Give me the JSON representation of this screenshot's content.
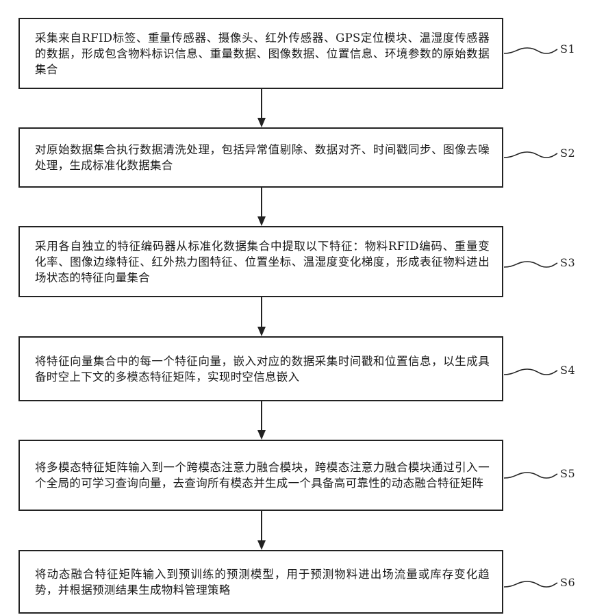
{
  "steps": [
    {
      "label": "S1",
      "text": "采集来自RFID标签、重量传感器、摄像头、红外传感器、GPS定位模块、温湿度传感器的数据，形成包含物料标识信息、重量数据、图像数据、位置信息、环境参数的原始数据集合"
    },
    {
      "label": "S2",
      "text": "对原始数据集合执行数据清洗处理，包括异常值剔除、数据对齐、时间戳同步、图像去噪处理，生成标准化数据集合"
    },
    {
      "label": "S3",
      "text": "采用各自独立的特征编码器从标准化数据集合中提取以下特征：物料RFID编码、重量变化率、图像边缘特征、红外热力图特征、位置坐标、温湿度变化梯度，形成表征物料进出场状态的特征向量集合"
    },
    {
      "label": "S4",
      "text": "将特征向量集合中的每一个特征向量，嵌入对应的数据采集时间戳和位置信息，以生成具备时空上下文的多模态特征矩阵，实现时空信息嵌入"
    },
    {
      "label": "S5",
      "text": "将多模态特征矩阵输入到一个跨模态注意力融合模块，跨模态注意力融合模块通过引入一个全局的可学习查询向量，去查询所有模态并生成一个具备高可靠性的动态融合特征矩阵"
    },
    {
      "label": "S6",
      "text": "将动态融合特征矩阵输入到预训练的预测模型，用于预测物料进出场流量或库存变化趋势，并根据预测结果生成物料管理策略"
    }
  ]
}
